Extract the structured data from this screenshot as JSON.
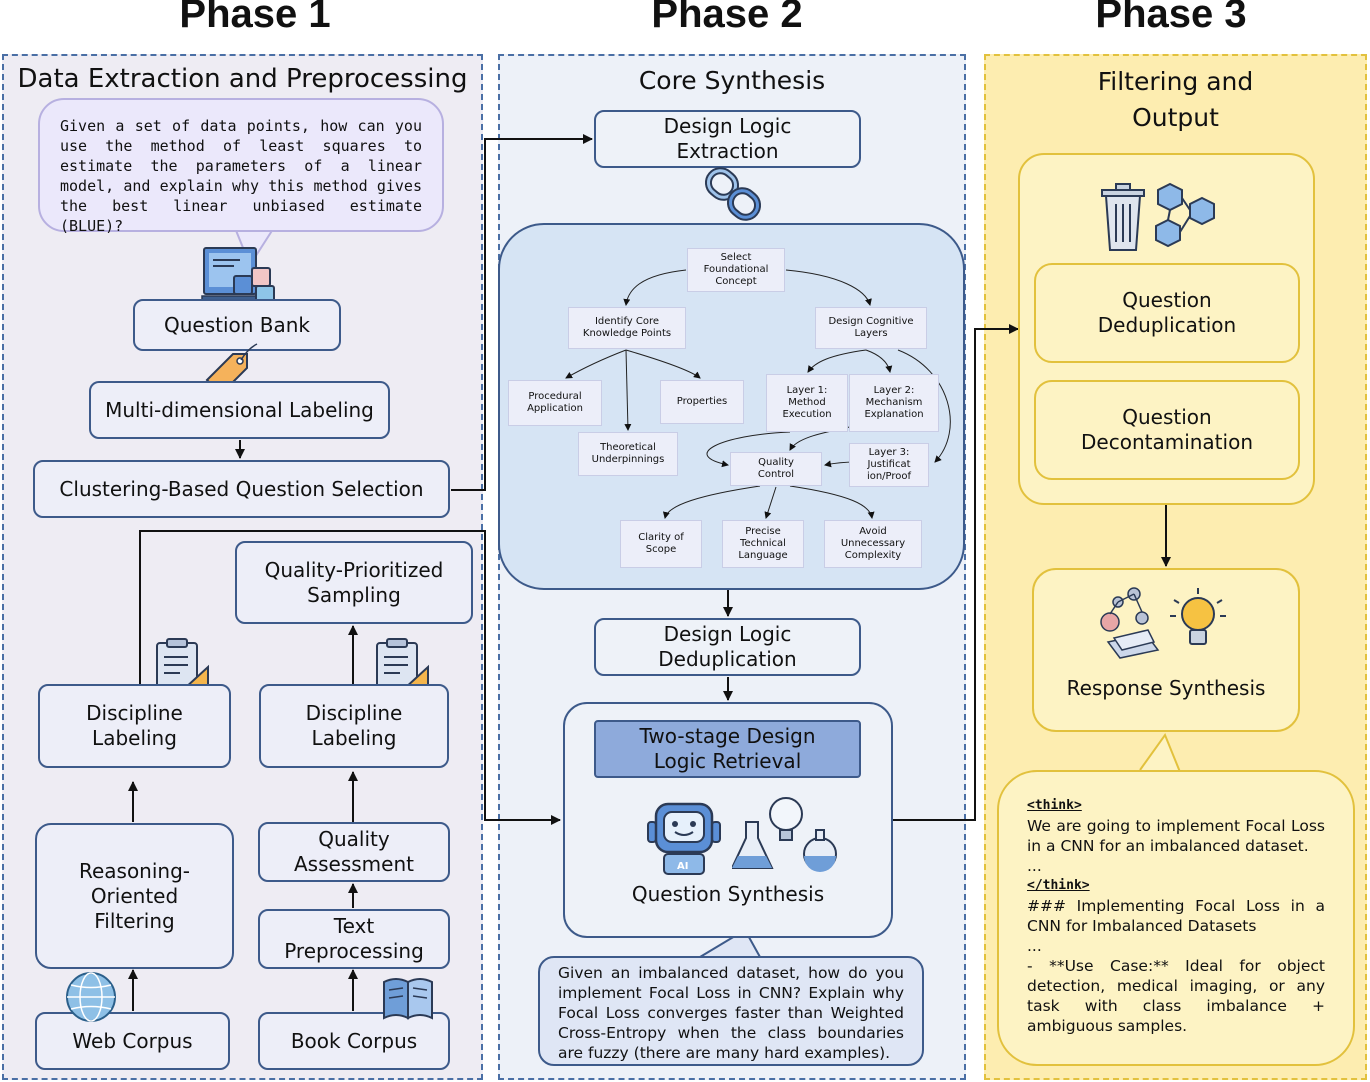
{
  "phases": {
    "p1": "Phase 1",
    "p2": "Phase 2",
    "p3": "Phase 3"
  },
  "panels": {
    "p1": "Data Extraction and Preprocessing",
    "p2": "Core Synthesis",
    "p3": "Filtering and\nOutput"
  },
  "phase1": {
    "seed_question": "Given a set of data points, how can you use the method of least squares to estimate the parameters of a linear model, and explain why this method gives the best linear unbiased estimate (BLUE)?",
    "question_bank": "Question Bank",
    "multi_labeling": "Multi-dimensional Labeling",
    "clustering": "Clustering-Based Question Selection",
    "quality_sampling": "Quality-Prioritized\nSampling",
    "discipline_left": "Discipline\nLabeling",
    "discipline_right": "Discipline\nLabeling",
    "reasoning_filter": "Reasoning-\nOriented\nFiltering",
    "quality_assessment": "Quality\nAssessment",
    "text_preprocessing": "Text\nPreprocessing",
    "web_corpus": "Web Corpus",
    "book_corpus": "Book Corpus"
  },
  "phase2": {
    "design_extraction": "Design Logic\nExtraction",
    "tree": {
      "root": "Select\nFoundational\nConcept",
      "core_kp": "Identify Core\nKnowledge Points",
      "cog_layers": "Design Cognitive\nLayers",
      "procedural": "Procedural\nApplication",
      "properties": "Properties",
      "theoretical": "Theoretical\nUnderpinnings",
      "layer1": "Layer 1:\nMethod\nExecution",
      "layer2": "Layer 2:\nMechanism\nExplanation",
      "layer3": "Layer 3:\nJustificat\nion/Proof",
      "quality_control": "Quality\nControl",
      "clarity": "Clarity of\nScope",
      "precise": "Precise\nTechnical\nLanguage",
      "avoid": "Avoid\nUnnecessary\nComplexity"
    },
    "design_dedup": "Design Logic\nDeduplication",
    "two_stage": "Two-stage Design\nLogic Retrieval",
    "question_synthesis": "Question Synthesis",
    "ai_label": "AI",
    "generated_question": "Given an imbalanced dataset, how do you implement Focal Loss in CNN? Explain why Focal Loss converges faster than Weighted Cross-Entropy when the class boundaries are fuzzy (there are many hard examples)."
  },
  "phase3": {
    "dedup": "Question\nDeduplication",
    "decontam": "Question\nDecontamination",
    "response_synthesis": "Response Synthesis",
    "response": {
      "think_open": "<think>",
      "think_body": "We are going to implement Focal Loss in a CNN for an imbalanced dataset.",
      "ellipsis1": "...",
      "think_close": "</think>",
      "heading": "### Implementing Focal Loss in a CNN for Imbalanced Datasets",
      "ellipsis2": "...",
      "use_case": "- **Use Case:** Ideal for object detection, medical imaging, or any task with class imbalance + ambiguous samples."
    }
  },
  "colors": {
    "panel_border": "#4a6fa5",
    "phase1_bg": "#eeecf3",
    "phase2_bg": "#edf1f8",
    "phase3_bg": "#fdedb0",
    "yellow_border": "#e2c13d",
    "highlight": "#8eaadb",
    "tree_bg": "#d6e4f4"
  }
}
